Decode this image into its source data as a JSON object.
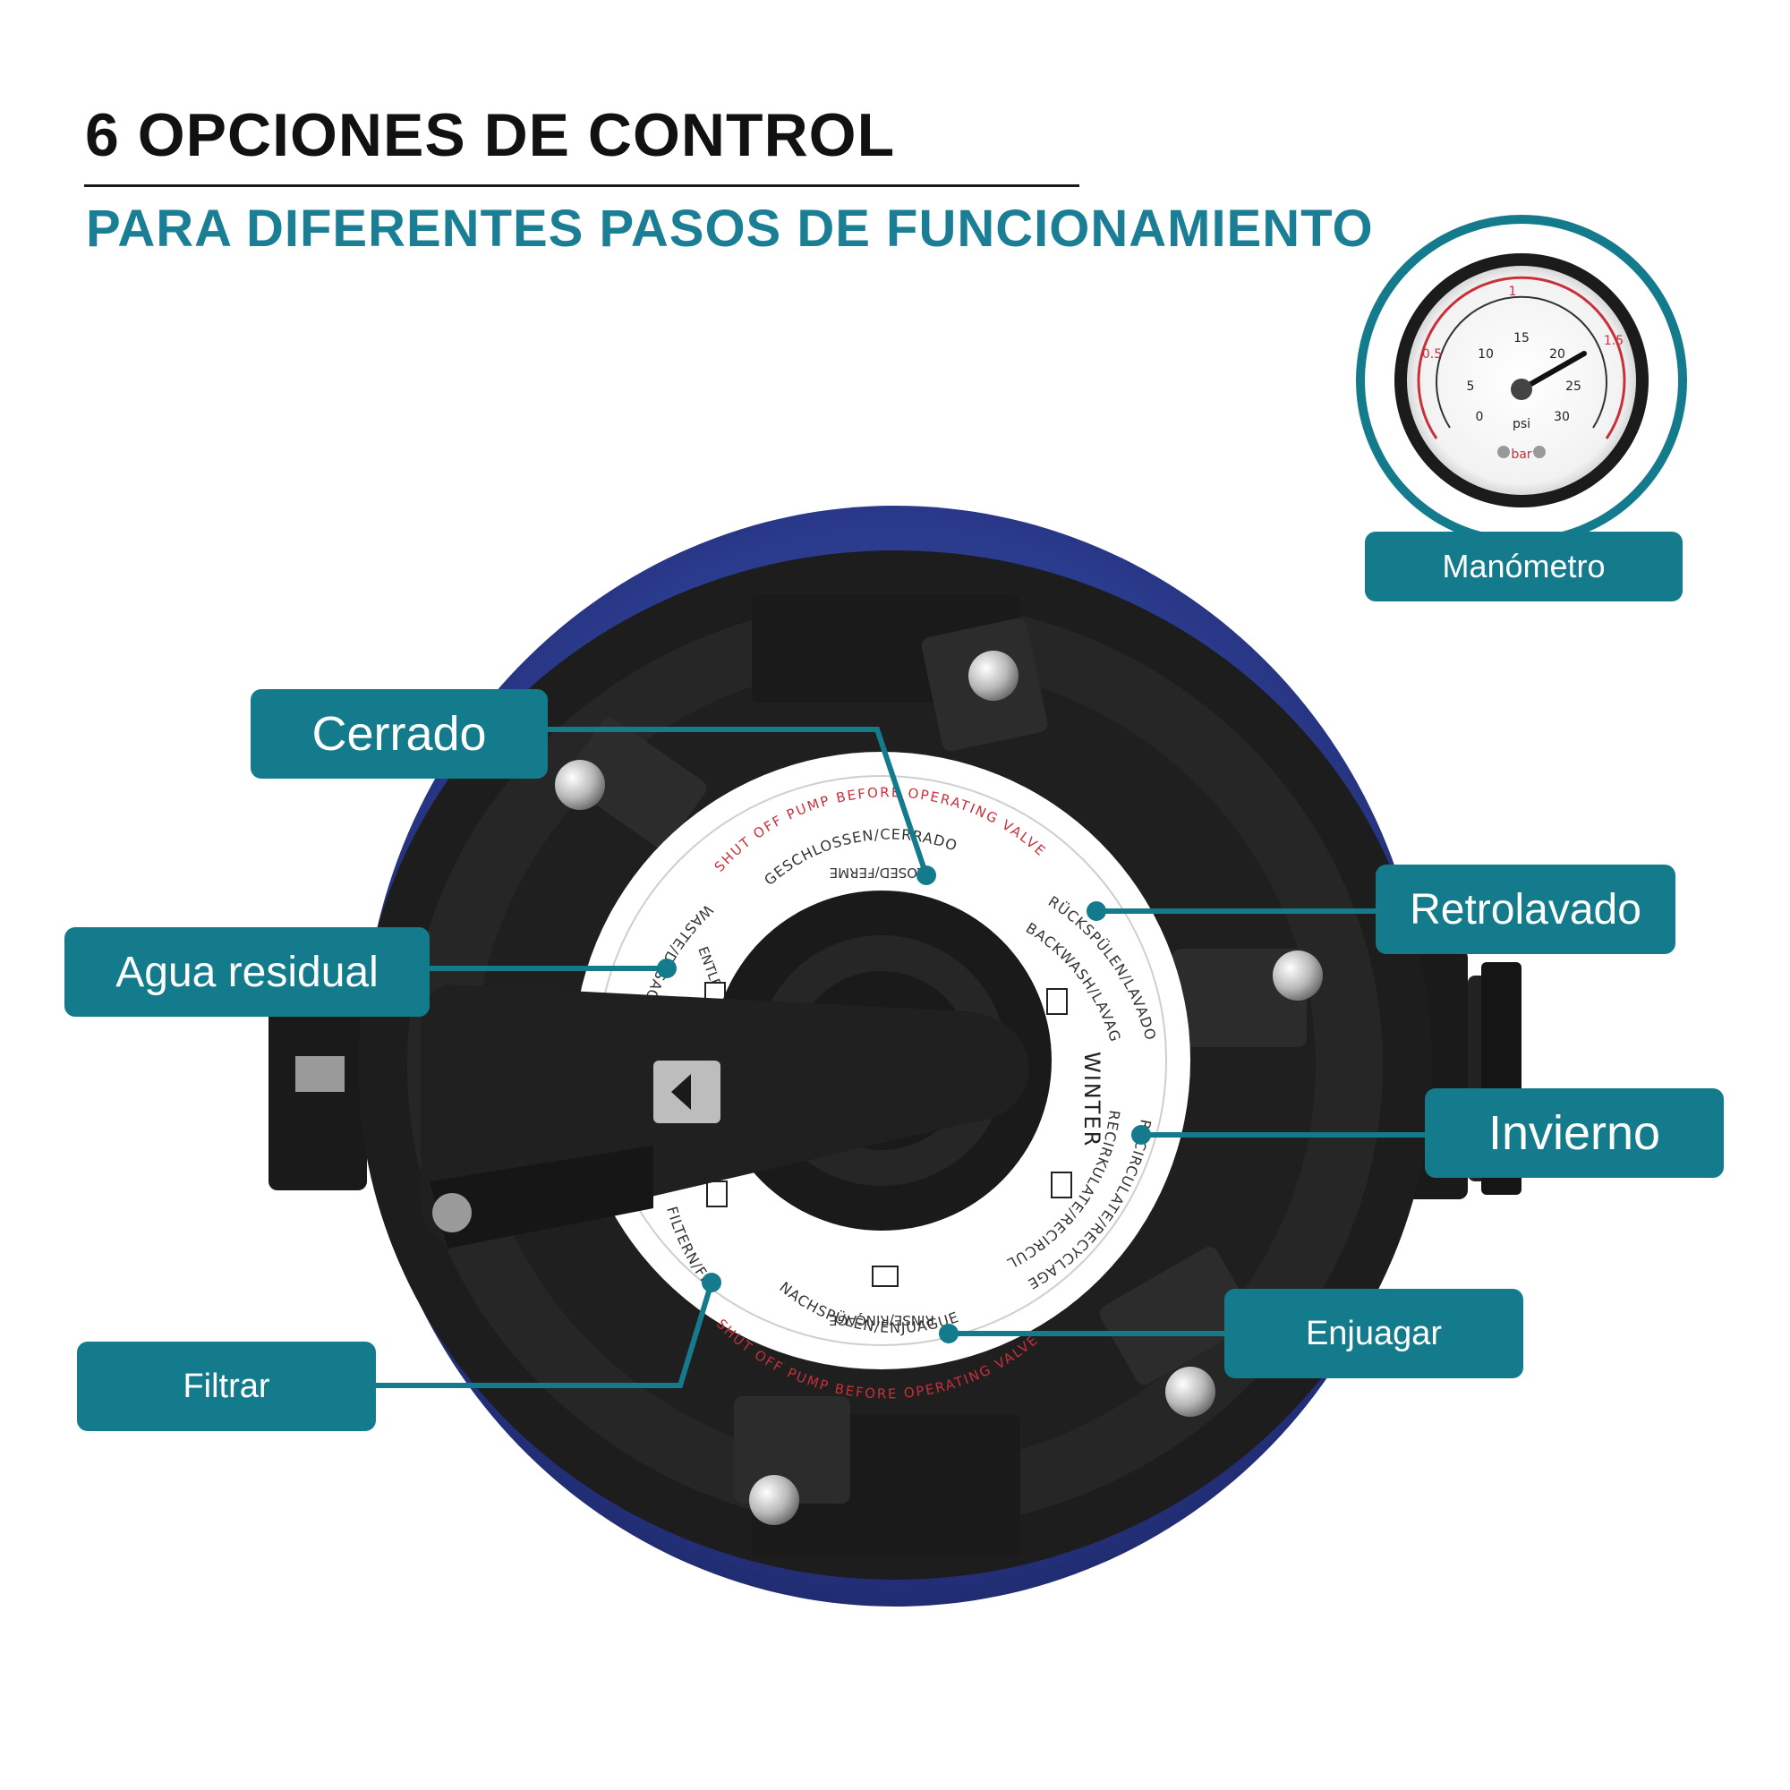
{
  "header": {
    "title": "6 OPCIONES DE CONTROL",
    "subtitle": "PARA DIFERENTES PASOS DE FUNCIONAMIENTO"
  },
  "labels": {
    "manometro": "Manómetro",
    "cerrado": "Cerrado",
    "retrolavado": "Retrolavado",
    "agua_residual": "Agua residual",
    "invierno": "Invierno",
    "enjuagar": "Enjuagar",
    "filtrar": "Filtrar"
  },
  "gauge": {
    "psi_unit": "psi",
    "bar_unit": "bar",
    "psi_ticks": [
      "0",
      "5",
      "10",
      "15",
      "20",
      "25",
      "30"
    ],
    "bar_ticks": [
      "0.5",
      "1",
      "1.5"
    ]
  },
  "dial": {
    "warning_top": "SHUT OFF PUMP BEFORE OPERATING VALVE",
    "warning_bottom": "SHUT OFF PUMP BEFORE OPERATING VALVE",
    "closed_text": "GESCHLOSSEN/CERRADO",
    "closed_text2": "CLOSED/FERME",
    "backwash_text": "RÜCKSPÜLEN/LAVADO",
    "backwash_text2": "BACKWASH/LAVAGE",
    "winter_text": "WINTER",
    "recirc_text": "RECIRCULATE/RECYCLAGE",
    "recirc_text2": "RECIRKULATE/RECIRCULACIÓN",
    "rinse_text": "NACHSPÜLEN/ENJUAGUE",
    "rinse_text2": "RINSE/RINÇAGE",
    "filter_text": "FILTERN/FILTRAR",
    "waste_text": "WASTE/DESAGÜE",
    "waste_text2": "ENTLEEREN"
  },
  "colors": {
    "accent": "#147b8c",
    "subtitle": "#1a7f94",
    "tank_blue": "#2d3f94",
    "valve_black": "#1c1c1c",
    "warning_red": "#c8303a"
  }
}
